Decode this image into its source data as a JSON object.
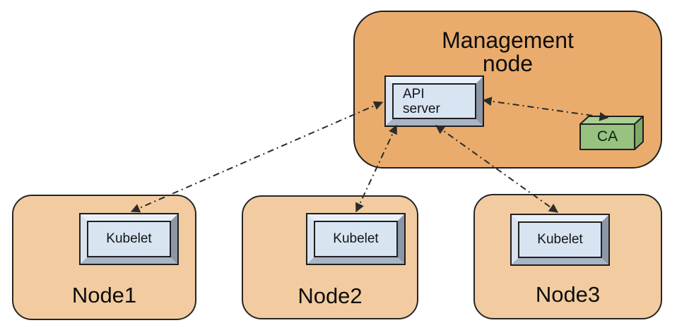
{
  "management_node": {
    "label": "Management node",
    "api_server_label": "API server",
    "ca_label": "CA"
  },
  "nodes": [
    {
      "label": "Node1",
      "component": "Kubelet"
    },
    {
      "label": "Node2",
      "component": "Kubelet"
    },
    {
      "label": "Node3",
      "component": "Kubelet"
    }
  ],
  "connections": [
    {
      "from": "API server",
      "to": "Kubelet (Node1)",
      "bidirectional": true,
      "style": "dash-dot"
    },
    {
      "from": "API server",
      "to": "Kubelet (Node2)",
      "bidirectional": true,
      "style": "dash-dot"
    },
    {
      "from": "API server",
      "to": "Kubelet (Node3)",
      "bidirectional": true,
      "style": "dash-dot"
    },
    {
      "from": "API server",
      "to": "CA",
      "bidirectional": true,
      "style": "dash-dot"
    }
  ],
  "colors": {
    "management_fill": "#E9AC6D",
    "node_fill": "#F2CCA0",
    "component_face": "#D8E4F2",
    "bevel_light": "#EAF0F8",
    "bevel_dark": "#8C96A8",
    "ca_front": "#97C27F",
    "ca_top": "#AACF92",
    "ca_side": "#7EA966",
    "outline": "#1F1F1F",
    "arrow": "#2B2B2B",
    "background": "#FFFFFF"
  }
}
